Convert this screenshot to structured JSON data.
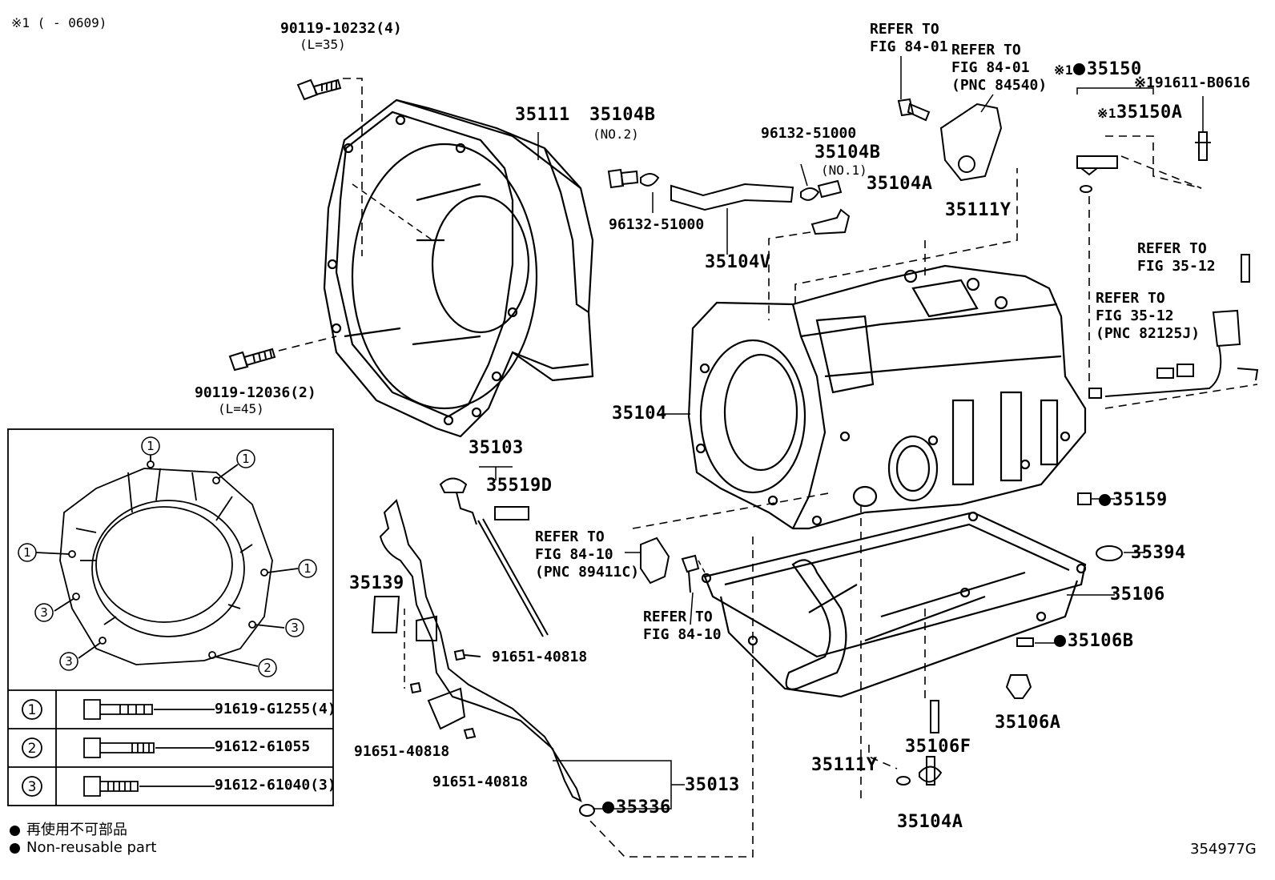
{
  "header_note": "※1 (      - 0609)",
  "diagram_id": "354977G",
  "legend": {
    "jp": "再使用不可部品",
    "en": "Non-reusable part"
  },
  "parts": {
    "p90119_10232": "90119-10232(4)",
    "p90119_10232_len": "(L=35)",
    "p35111": "35111",
    "p35104B_no2": "35104B",
    "p35104B_no2_sub": "(NO.2)",
    "p96132_51000_a": "96132-51000",
    "p96132_51000_b": "96132-51000",
    "p35104B_no1": "35104B",
    "p35104B_no1_sub": "(NO.1)",
    "p35104V": "35104V",
    "p35104A_top": "35104A",
    "p35111Y_top": "35111Y",
    "p35150": "35150",
    "p35150_mark": "※1",
    "p35150A": "35150A",
    "p35150A_mark": "※1",
    "p191611": "※191611-B0616",
    "p90119_12036": "90119-12036(2)",
    "p90119_12036_len": "(L=45)",
    "p35104": "35104",
    "p35103": "35103",
    "p35519D": "35519D",
    "p35139": "35139",
    "p91651_a": "91651-40818",
    "p91651_b": "91651-40818",
    "p91651_c": "91651-40818",
    "p35013": "35013",
    "p35336": "35336",
    "p35159": "35159",
    "p35394": "35394",
    "p35106": "35106",
    "p35106B": "35106B",
    "p35106A": "35106A",
    "p35106F": "35106F",
    "p35111Y_bottom": "35111Y",
    "p35104A_bottom": "35104A"
  },
  "references": {
    "ref_84_01_a": [
      "REFER TO",
      "FIG 84-01"
    ],
    "ref_84_01_b": [
      "REFER TO",
      "FIG 84-01",
      "(PNC 84540)"
    ],
    "ref_35_12_a": [
      "REFER TO",
      "FIG 35-12"
    ],
    "ref_35_12_b": [
      "REFER TO",
      "FIG 35-12",
      "(PNC 82125J)"
    ],
    "ref_84_10_a": [
      "REFER TO",
      "FIG 84-10",
      "(PNC 89411C)"
    ],
    "ref_84_10_b": [
      "REFER TO",
      "FIG 84-10"
    ]
  },
  "inset": {
    "callouts": [
      "1",
      "1",
      "1",
      "1",
      "3",
      "3",
      "3",
      "2"
    ],
    "bolt_table": [
      {
        "key": "1",
        "part": "91619-G1255(4)"
      },
      {
        "key": "2",
        "part": "91612-61055"
      },
      {
        "key": "3",
        "part": "91612-61040(3)"
      }
    ]
  }
}
